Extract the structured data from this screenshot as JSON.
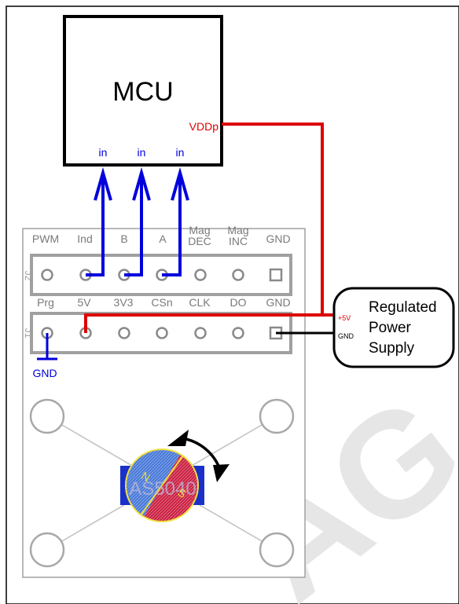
{
  "mcu": {
    "title": "MCU",
    "power_pin": "VDDp",
    "input_pins": [
      "in",
      "in",
      "in"
    ]
  },
  "board": {
    "header_j2": {
      "id": "J2",
      "pins": [
        "PWM",
        "Ind",
        "B",
        "A",
        "Mag DEC",
        "Mag INC",
        "GND"
      ]
    },
    "header_j1": {
      "id": "J1",
      "pins": [
        "Prg",
        "5V",
        "3V3",
        "CSn",
        "CLK",
        "DO",
        "GND"
      ]
    },
    "prg_ground_label": "GND",
    "chip_label": "AS5040",
    "magnet_north": "N",
    "magnet_south": "S"
  },
  "power_supply": {
    "label_lines": [
      "Regulated",
      "Power",
      "Supply"
    ],
    "plus_pin": "+5V",
    "ground_pin": "GND"
  },
  "watermark": "AG",
  "colors": {
    "signal": "#0000dd",
    "power": "#dd0000",
    "ground": "#000000",
    "board_outline": "#a0a0a0",
    "board_text": "#7a7a7a",
    "magnet_blue": "#4a7ad8",
    "magnet_red": "#cc2244",
    "magnet_ring": "#f0e040",
    "chip_blue": "#1a30c8"
  }
}
